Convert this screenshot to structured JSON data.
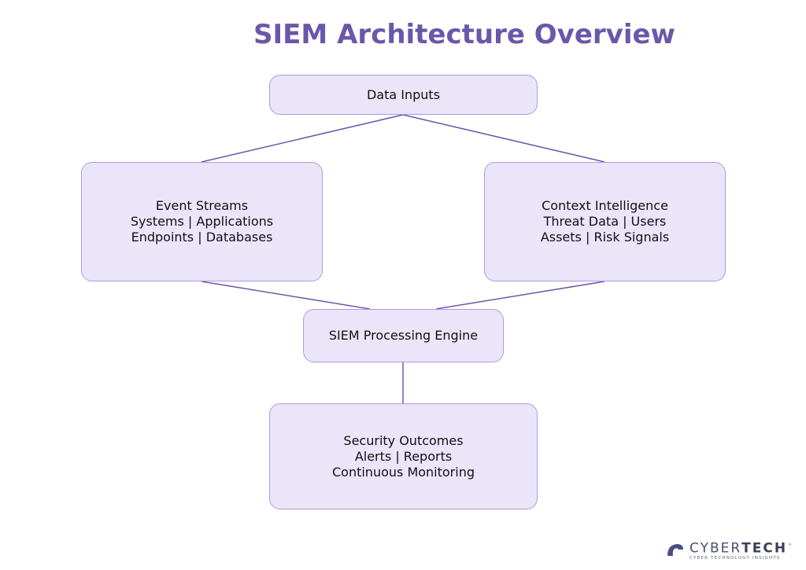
{
  "title": "SIEM Architecture Overview",
  "nodes": {
    "data_inputs": {
      "lines": [
        "Data Inputs"
      ]
    },
    "event_streams": {
      "lines": [
        "Event Streams",
        "Systems | Applications",
        "Endpoints | Databases"
      ]
    },
    "context_intelligence": {
      "lines": [
        "Context Intelligence",
        "Threat Data | Users",
        "Assets | Risk Signals"
      ]
    },
    "processing_engine": {
      "lines": [
        "SIEM Processing Engine"
      ]
    },
    "security_outcomes": {
      "lines": [
        "Security Outcomes",
        "Alerts | Reports",
        "Continuous Monitoring"
      ]
    }
  },
  "logo": {
    "brand_a": "CYBER",
    "brand_b": "TECH",
    "tm": "™",
    "tagline": "CYBER TECHNOLOGY INSIGHTS"
  },
  "colors": {
    "node_fill": "#eae5f8",
    "node_border": "#ad9ade",
    "edge": "#6a5aad",
    "title": "#6b57a9"
  }
}
